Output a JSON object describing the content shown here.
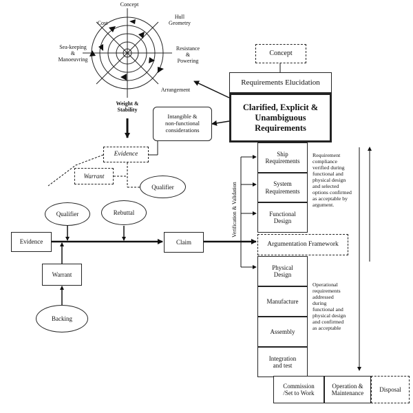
{
  "spiral": {
    "concept": "Concept",
    "hull_geometry": "Hull\nGeometry",
    "cost": "Cost",
    "resistance": "Resistance\n&\nPowering",
    "seakeeping": "Sea-keeping\n&\nManoeuvring",
    "arrangement": "Arrangement",
    "weight": "Weight &\nStability"
  },
  "top_boxes": {
    "concept": "Concept",
    "requirements_elucidation": "Requirements Elucidation",
    "clarified": "Clarified, Explicit &\nUnambiguous\nRequirements",
    "intangible": "Intangible &\nnon-functional\nconsiderations"
  },
  "toulmin_upper": {
    "evidence": "Evidence",
    "warrant": "Warrant",
    "qualifier": "Qualifier"
  },
  "toulmin_main": {
    "qualifier": "Qualifier",
    "rebuttal": "Rebuttal",
    "evidence": "Evidence",
    "claim": "Claim",
    "warrant": "Warrant",
    "backing": "Backing"
  },
  "vv_label": "Verification & Validation",
  "chain": {
    "ship_requirements": "Ship\nRequirements",
    "system_requirements": "System\nRequirements",
    "functional_design": "Functional\nDesign",
    "argumentation_framework": "Argumentation Framework",
    "physical_design": "Physical\nDesign",
    "manufacture": "Manufacture",
    "assembly": "Assembly",
    "integration": "Integration\nand test",
    "commission": "Commission\n/Set to Work",
    "operation": "Operation &\nMaintenance",
    "disposal": "Disposal"
  },
  "notes": {
    "requirement_compliance": "Requirement\ncompliance\nverified during\nfunctional and\nphysical design\nand selected\noptions confirmed\nas acceptable by\nargument.",
    "operational_requirements": "Operational\nrequirements\naddressed\nduring\nfunctional and\nphysical design\nand confirmed\nas acceptable"
  }
}
